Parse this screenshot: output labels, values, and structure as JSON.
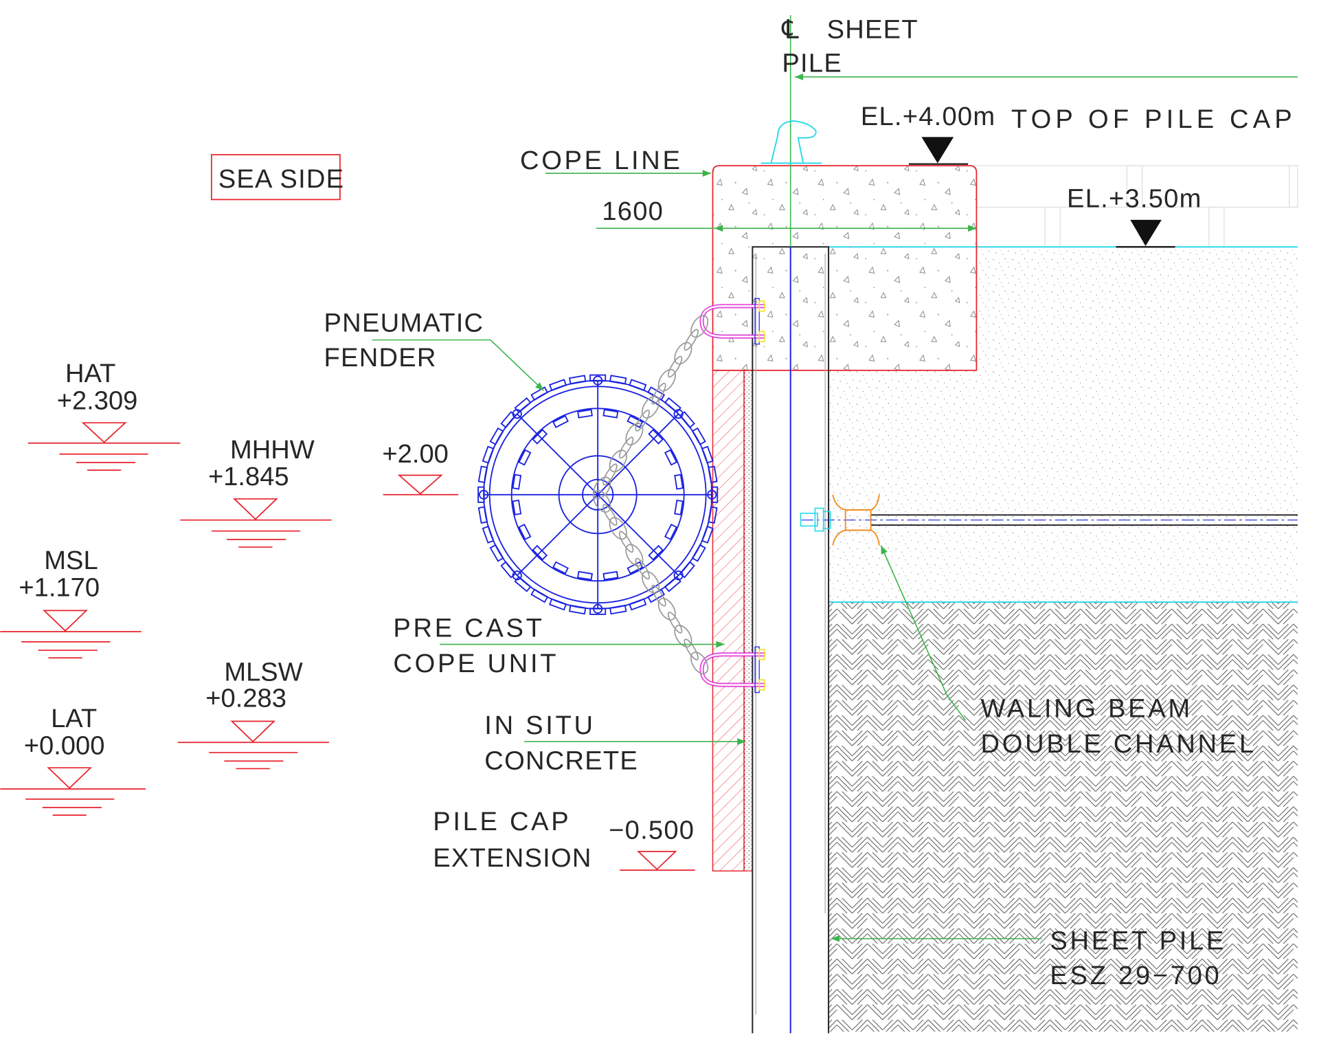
{
  "title": "Quay wall section with sheet pile and pneumatic fender",
  "labels": {
    "centerline_symbol": "℄",
    "centerline_line1": "SHEET",
    "centerline_line2": "PILE",
    "top_el": "EL.+4.00m",
    "top_el_desc": "TOP OF PILE CAP",
    "ground_el": "EL.+3.50m",
    "cope_line": "COPE LINE",
    "dimension": "1600",
    "sea_side": "SEA SIDE",
    "fender_line1": "PNEUMATIC",
    "fender_line2": "FENDER",
    "precast_line1": "PRE CAST",
    "precast_line2": "COPE UNIT",
    "insitu_line1": "IN SITU",
    "insitu_line2": "CONCRETE",
    "extension_line1": "PILE CAP",
    "extension_line2": "EXTENSION",
    "extension_level": "−0.500",
    "waling_line1": "WALING BEAM",
    "waling_line2": "DOUBLE CHANNEL",
    "sheetpile_line1": "SHEET PILE",
    "sheetpile_line2": "ESZ 29−700"
  },
  "water_levels": [
    {
      "name": "HAT",
      "value": "+2.309"
    },
    {
      "name": "MHHW",
      "value": "+1.845"
    },
    {
      "name": "",
      "value": "+2.00"
    },
    {
      "name": "MSL",
      "value": "+1.170"
    },
    {
      "name": "MLSW",
      "value": "+0.283"
    },
    {
      "name": "LAT",
      "value": "+0.000"
    }
  ],
  "colors": {
    "level_red": "#e8202a",
    "leader_green": "#3cb44a",
    "fender_blue": "#1a22e0",
    "water_cyan": "#22d8e8",
    "waling_orange": "#f08a1c",
    "bracket_magenta": "#e02ad8"
  }
}
